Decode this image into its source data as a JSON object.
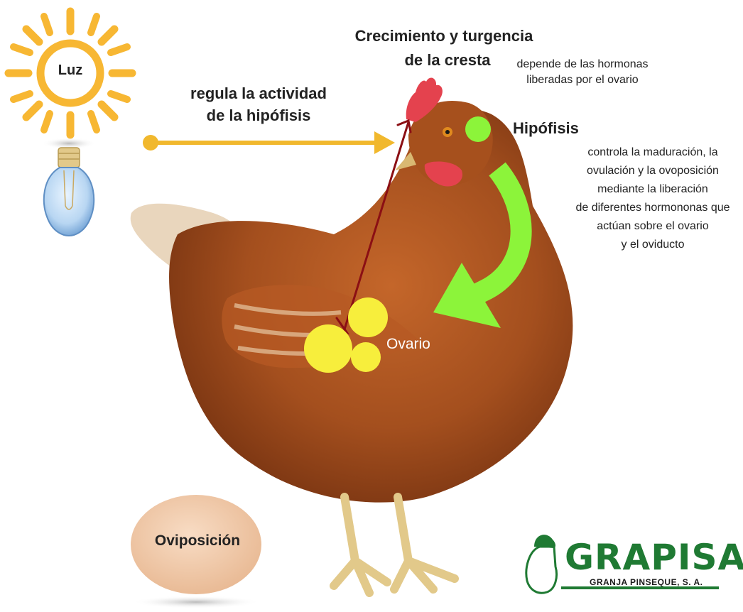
{
  "luz": {
    "label": "Luz"
  },
  "regula": {
    "line1": "regula la actividad",
    "line2": "de la hipófisis"
  },
  "crecimiento": {
    "line1": "Crecimiento y turgencia",
    "line2": "de la cresta"
  },
  "depende": {
    "line1": "depende de las hormonas",
    "line2": "liberadas por el ovario"
  },
  "hipofisis": {
    "title": "Hipófisis",
    "desc": [
      "controla la maduración, la",
      "ovulación y la ovoposición",
      "mediante la liberación",
      "de diferentes hormononas que",
      "actúan sobre el ovario",
      "y el oviducto"
    ]
  },
  "ovario": {
    "label": "Ovario"
  },
  "oviposicion": {
    "label": "Oviposición"
  },
  "logo": {
    "name": "GRAPISA",
    "subtitle": "GRANJA PINSEQUE, S. A."
  },
  "colors": {
    "sun": "#f7b733",
    "arrow_yellow": "#f1b82d",
    "green": "#8cf43a",
    "ovary_yellow": "#f7ee3c",
    "red_arrow": "#8b0f14",
    "brand_green": "#1f7a33"
  }
}
